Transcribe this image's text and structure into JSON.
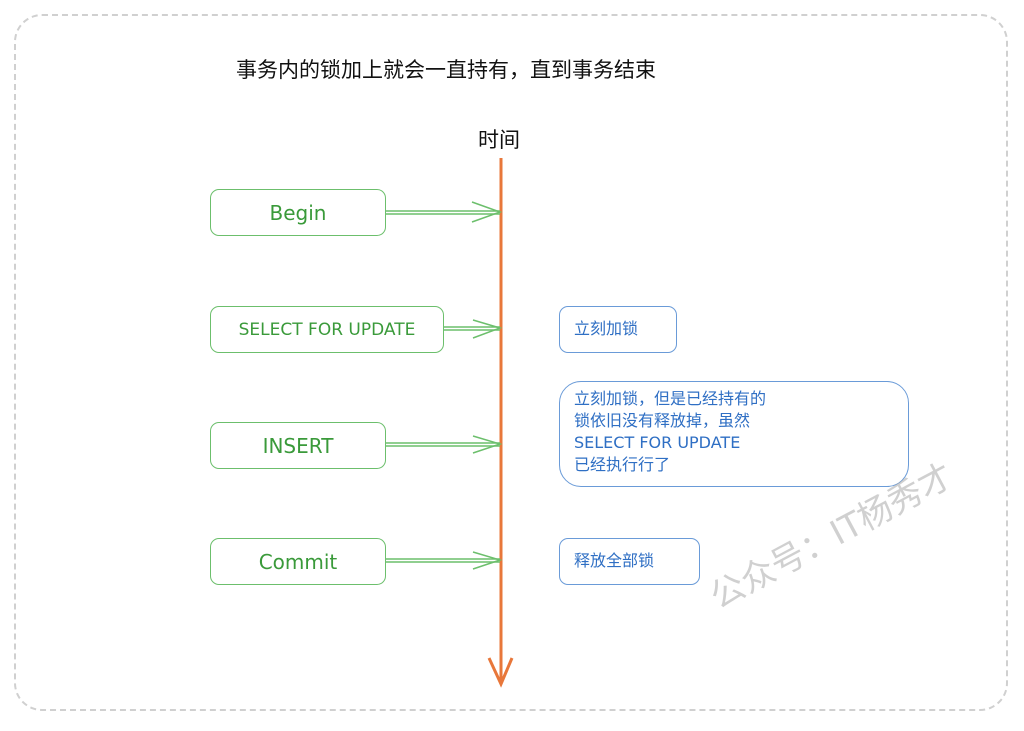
{
  "title": "事务内的锁加上就会一直持有，直到事务结束",
  "axis_label": "时间",
  "steps": [
    {
      "label": "Begin"
    },
    {
      "label": "SELECT FOR UPDATE"
    },
    {
      "label": "INSERT"
    },
    {
      "label": "Commit"
    }
  ],
  "notes": [
    {
      "text": "立刻加锁"
    },
    {
      "lines": [
        "立刻加锁，但是已经持有的",
        "锁依旧没有释放掉，虽然",
        "SELECT FOR UPDATE",
        "已经执行行了"
      ]
    },
    {
      "text": "释放全部锁"
    }
  ],
  "watermark": "公众号：IT杨秀才",
  "colors": {
    "green": "#6cbf6c",
    "blue": "#6a9bd8",
    "orange": "#e8773a"
  }
}
